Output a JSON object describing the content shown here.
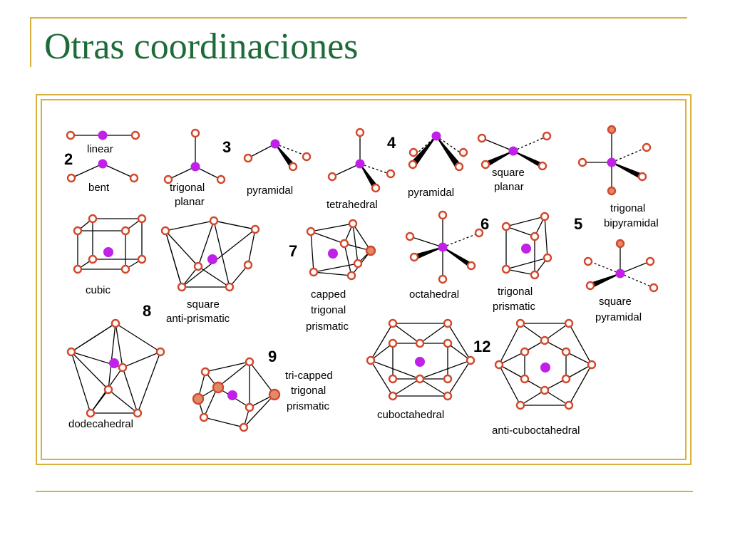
{
  "slide": {
    "title": "Otras coordinaciones",
    "accent_color": "#d9b13b",
    "title_color": "#1e6b3a"
  },
  "figure": {
    "center_atom_color": "#c020e8",
    "ligand_color": "#d2472a",
    "shaded_ligand_color": "#e08a6a",
    "numbers": {
      "n2": "2",
      "n3": "3",
      "n4": "4",
      "n5": "5",
      "n6": "6",
      "n7": "7",
      "n8": "8",
      "n9": "9",
      "n12": "12"
    },
    "labels": {
      "linear": "linear",
      "bent": "bent",
      "trigonal_planar_1": "trigonal",
      "trigonal_planar_2": "planar",
      "pyramidal_3": "pyramidal",
      "tetrahedral": "tetrahedral",
      "pyramidal_4": "pyramidal",
      "square_planar_1": "square",
      "square_planar_2": "planar",
      "trigonal_bipyramidal_1": "trigonal",
      "trigonal_bipyramidal_2": "bipyramidal",
      "cubic": "cubic",
      "square_antiprismatic_1": "square",
      "square_antiprismatic_2": "anti-prismatic",
      "capped_trigonal_prismatic_1": "capped",
      "capped_trigonal_prismatic_2": "trigonal",
      "capped_trigonal_prismatic_3": "prismatic",
      "octahedral": "octahedral",
      "trigonal_prismatic_1": "trigonal",
      "trigonal_prismatic_2": "prismatic",
      "square_pyramidal_1": "square",
      "square_pyramidal_2": "pyramidal",
      "dodecahedral": "dodecahedral",
      "tricapped_1": "tri-capped",
      "tricapped_2": "trigonal",
      "tricapped_3": "prismatic",
      "cuboctahedral": "cuboctahedral",
      "anti_cuboctahedral": "anti-cuboctahedral"
    }
  }
}
